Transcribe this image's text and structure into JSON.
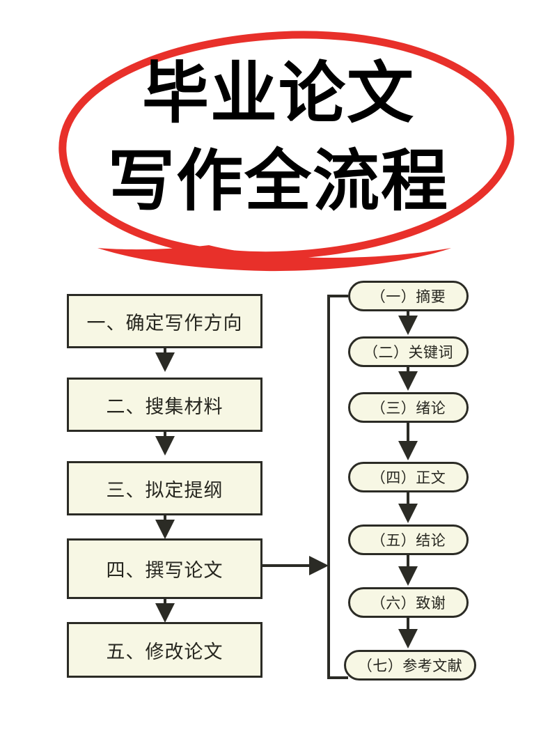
{
  "title": {
    "line1": "毕业论文",
    "line2": "写作全流程",
    "highlight_color": "#e8302a",
    "text_color": "#000000"
  },
  "theme": {
    "box_fill": "#f7f7e4",
    "box_border": "#2b2b25",
    "arrow_color": "#2b2b25",
    "background": "#ffffff"
  },
  "flow": {
    "stages": [
      {
        "label": "一、确定写作方向"
      },
      {
        "label": "二、搜集材料"
      },
      {
        "label": "三、拟定提纲"
      },
      {
        "label": "四、撰写论文"
      },
      {
        "label": "五、修改论文"
      }
    ],
    "sections": [
      {
        "label": "（一）摘要"
      },
      {
        "label": "（二）关键词"
      },
      {
        "label": "（三）绪论"
      },
      {
        "label": "（四）正文"
      },
      {
        "label": "（五）结论"
      },
      {
        "label": "（六）致谢"
      },
      {
        "label": "（七）参考文献"
      }
    ]
  }
}
